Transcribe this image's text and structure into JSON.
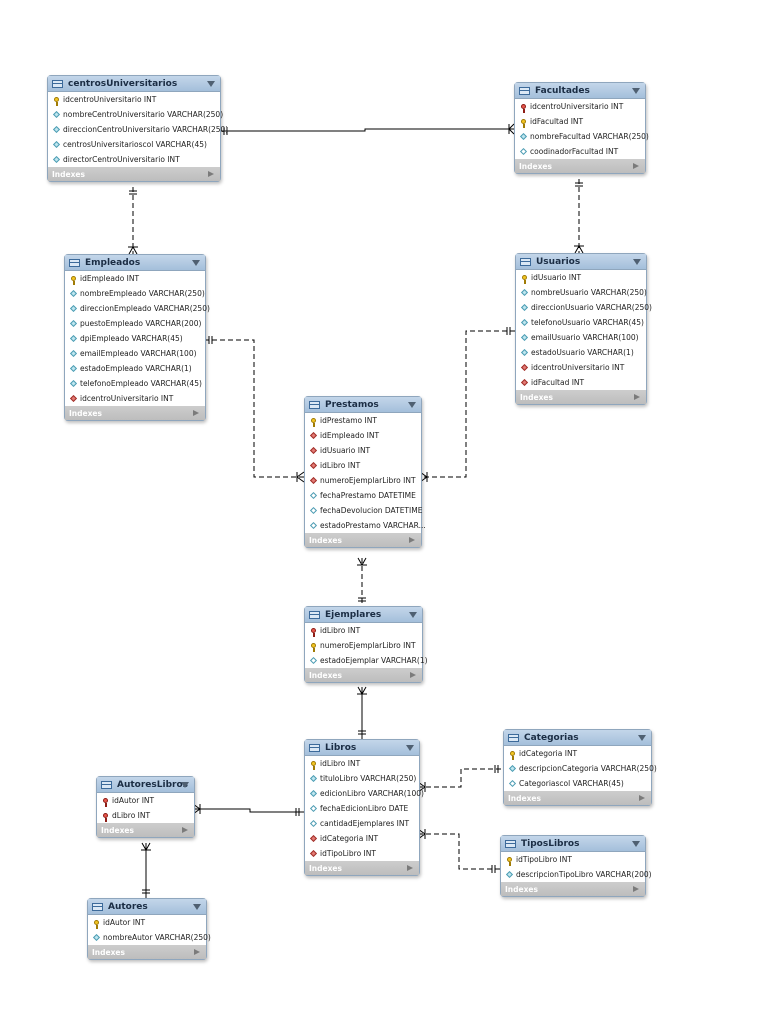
{
  "diagram": {
    "tables": [
      {
        "id": "centrosUniversitarios",
        "name": "centrosUniversitarios",
        "indexes_label": "Indexes",
        "columns": [
          {
            "key": "pk",
            "text": "idcentroUniversitario INT"
          },
          {
            "key": "col",
            "text": "nombreCentroUniversitario VARCHAR(250)"
          },
          {
            "key": "col",
            "text": "direccionCentroUniversitario VARCHAR(250)"
          },
          {
            "key": "col",
            "text": "centrosUniversitarioscol VARCHAR(45)"
          },
          {
            "key": "col",
            "text": "directorCentroUniversitario INT"
          }
        ]
      },
      {
        "id": "Facultades",
        "name": "Facultades",
        "indexes_label": "Indexes",
        "columns": [
          {
            "key": "pkfk",
            "text": "idcentroUniversitario INT"
          },
          {
            "key": "pk",
            "text": "idFacultad INT"
          },
          {
            "key": "col",
            "text": "nombreFacultad VARCHAR(250)"
          },
          {
            "key": "empty",
            "text": "coodinadorFacultad INT"
          }
        ]
      },
      {
        "id": "Empleados",
        "name": "Empleados",
        "indexes_label": "Indexes",
        "columns": [
          {
            "key": "pk",
            "text": "idEmpleado INT"
          },
          {
            "key": "col",
            "text": "nombreEmpleado VARCHAR(250)"
          },
          {
            "key": "col",
            "text": "direccionEmpleado VARCHAR(250)"
          },
          {
            "key": "col",
            "text": "puestoEmpleado VARCHAR(200)"
          },
          {
            "key": "col",
            "text": "dpiEmpleado VARCHAR(45)"
          },
          {
            "key": "col",
            "text": "emailEmpleado VARCHAR(100)"
          },
          {
            "key": "col",
            "text": "estadoEmpleado VARCHAR(1)"
          },
          {
            "key": "col",
            "text": "telefonoEmpleado VARCHAR(45)"
          },
          {
            "key": "fk",
            "text": "idcentroUniversitario INT"
          }
        ]
      },
      {
        "id": "Usuarios",
        "name": "Usuarios",
        "indexes_label": "Indexes",
        "columns": [
          {
            "key": "pk",
            "text": "idUsuario INT"
          },
          {
            "key": "col",
            "text": "nombreUsuario VARCHAR(250)"
          },
          {
            "key": "col",
            "text": "direccionUsuario VARCHAR(250)"
          },
          {
            "key": "col",
            "text": "telefonoUsuario VARCHAR(45)"
          },
          {
            "key": "col",
            "text": "emailUsuario VARCHAR(100)"
          },
          {
            "key": "col",
            "text": "estadoUsuario VARCHAR(1)"
          },
          {
            "key": "fk",
            "text": "idcentroUniversitario INT"
          },
          {
            "key": "fk",
            "text": "idFacultad INT"
          }
        ]
      },
      {
        "id": "Prestamos",
        "name": "Prestamos",
        "indexes_label": "Indexes",
        "columns": [
          {
            "key": "pk",
            "text": "idPrestamo INT"
          },
          {
            "key": "fk",
            "text": "idEmpleado INT"
          },
          {
            "key": "fk",
            "text": "idUsuario INT"
          },
          {
            "key": "fk",
            "text": "idLibro INT"
          },
          {
            "key": "fk",
            "text": "numeroEjemplarLibro INT"
          },
          {
            "key": "empty",
            "text": "fechaPrestamo DATETIME"
          },
          {
            "key": "empty",
            "text": "fechaDevolucion DATETIME"
          },
          {
            "key": "empty",
            "text": "estadoPrestamo VARCHAR..."
          }
        ]
      },
      {
        "id": "Ejemplares",
        "name": "Ejemplares",
        "indexes_label": "Indexes",
        "columns": [
          {
            "key": "pkfk",
            "text": "idLibro INT"
          },
          {
            "key": "pk",
            "text": "numeroEjemplarLibro INT"
          },
          {
            "key": "empty",
            "text": "estadoEjemplar VARCHAR(1)"
          }
        ]
      },
      {
        "id": "Libros",
        "name": "Libros",
        "indexes_label": "Indexes",
        "columns": [
          {
            "key": "pk",
            "text": "idLibro INT"
          },
          {
            "key": "col",
            "text": "tituloLibro VARCHAR(250)"
          },
          {
            "key": "col",
            "text": "edicionLibro VARCHAR(100)"
          },
          {
            "key": "empty",
            "text": "fechaEdicionLibro DATE"
          },
          {
            "key": "empty",
            "text": "cantidadEjemplares INT"
          },
          {
            "key": "fk",
            "text": "idCategoria INT"
          },
          {
            "key": "fk",
            "text": "idTipoLibro INT"
          }
        ]
      },
      {
        "id": "Categorias",
        "name": "Categorias",
        "indexes_label": "Indexes",
        "columns": [
          {
            "key": "pk",
            "text": "idCategoria INT"
          },
          {
            "key": "col",
            "text": "descripcionCategoria VARCHAR(250)"
          },
          {
            "key": "empty",
            "text": "Categoriascol VARCHAR(45)"
          }
        ]
      },
      {
        "id": "AutoresLibros",
        "name": "AutoresLibros",
        "indexes_label": "Indexes",
        "columns": [
          {
            "key": "pkfk",
            "text": "idAutor INT"
          },
          {
            "key": "pkfk",
            "text": "dLibro INT"
          }
        ]
      },
      {
        "id": "TiposLibros",
        "name": "TiposLibros",
        "indexes_label": "Indexes",
        "columns": [
          {
            "key": "pk",
            "text": "idTipoLibro INT"
          },
          {
            "key": "col",
            "text": "descripcionTipoLibro VARCHAR(200)"
          }
        ]
      },
      {
        "id": "Autores",
        "name": "Autores",
        "indexes_label": "Indexes",
        "columns": [
          {
            "key": "pk",
            "text": "idAutor INT"
          },
          {
            "key": "col",
            "text": "nombreAutor VARCHAR(250)"
          }
        ]
      }
    ],
    "colors": {
      "header": "#a4bfdb",
      "border": "#8fa6bd",
      "indexes": "#bdbdbd",
      "line": "#000000",
      "primary_key": "#f3c623",
      "foreign_key": "#e6564c"
    }
  }
}
